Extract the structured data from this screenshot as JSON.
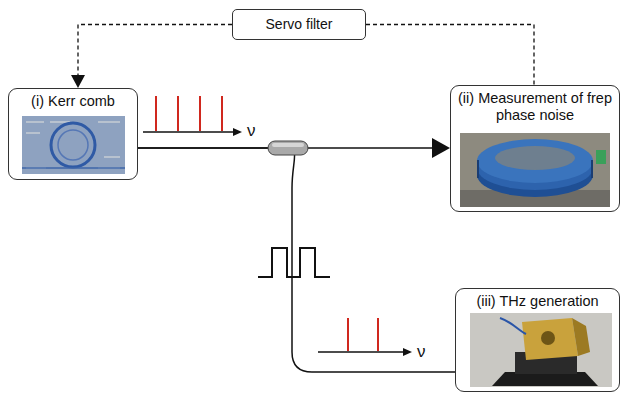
{
  "diagram": {
    "nodes": [
      {
        "text": [
          "Servo filter"
        ]
      },
      {
        "text": [
          "(i) Kerr comb"
        ]
      },
      {
        "text": [
          "(ii) Measurement of frep phase noise"
        ]
      },
      {
        "text": [
          "(iii) THz generation"
        ]
      }
    ],
    "edges": [
      {
        "from": 2,
        "to": 0,
        "arrow": "none"
      },
      {
        "from": 0,
        "to": 1,
        "arrow": "to"
      },
      {
        "from": 1,
        "to": 2,
        "arrow": "to"
      },
      {
        "from": 1,
        "to": 3,
        "arrow": "none"
      }
    ],
    "labels": [
      "ν",
      "ν"
    ]
  }
}
